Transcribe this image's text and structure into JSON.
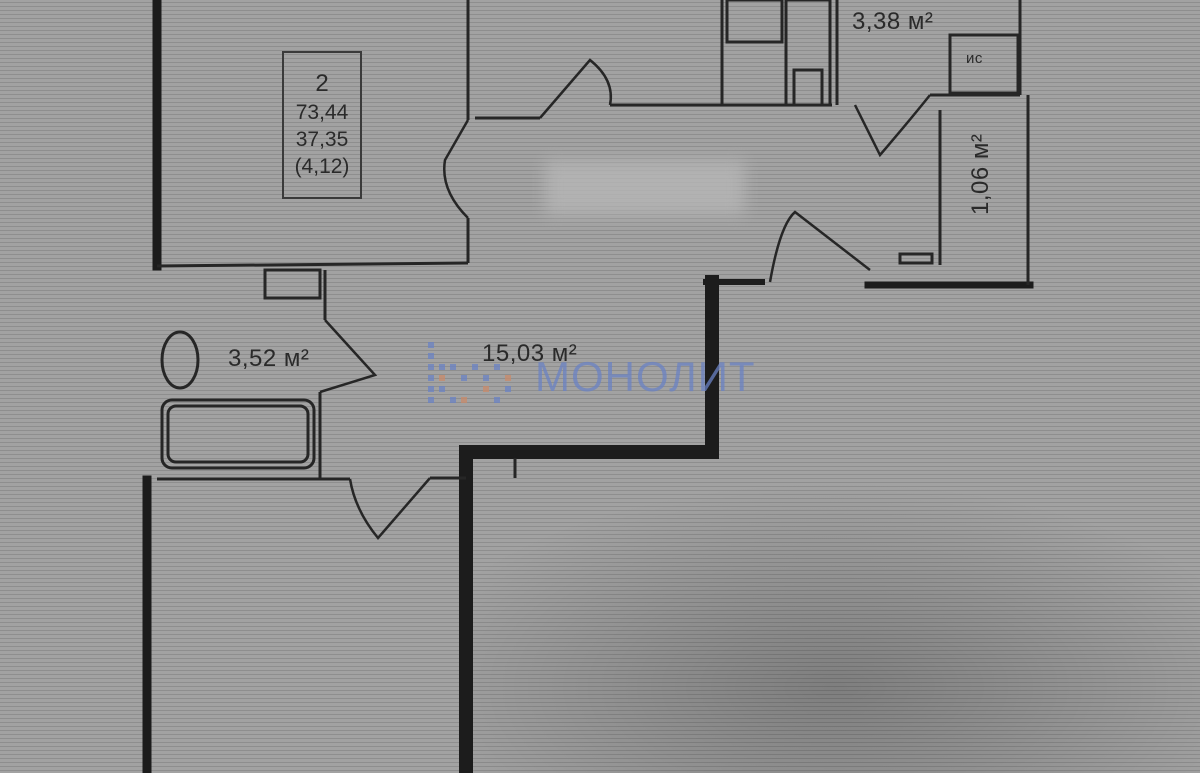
{
  "apartment": {
    "rooms": "2",
    "total_area": "73,44",
    "living_area": "37,35",
    "balcony_area": "(4,12)"
  },
  "rooms": {
    "toilet_area": "3,38 м²",
    "wc_label": "ис",
    "closet_area": "1,06 м²",
    "bathroom_area": "3,52 м²",
    "hall_area": "15,03 м²"
  },
  "watermark": {
    "brand": "МОНОЛИТ",
    "color": "#6a82c4"
  }
}
